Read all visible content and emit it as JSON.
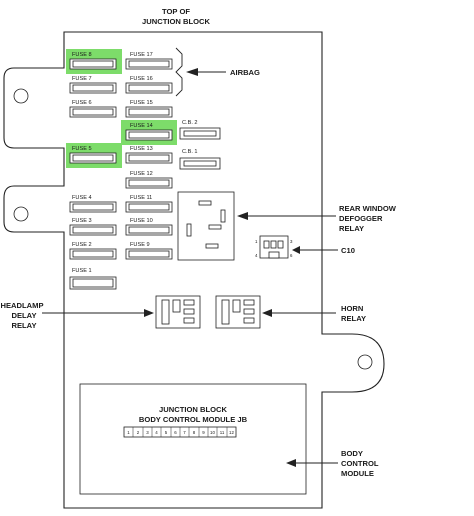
{
  "title": {
    "line1": "TOP OF",
    "line2": "JUNCTION BLOCK"
  },
  "highlight_color": "#7ddc6a",
  "fuses": [
    {
      "label": "FUSE 8",
      "highlighted": true
    },
    {
      "label": "FUSE 7",
      "highlighted": false
    },
    {
      "label": "FUSE 6",
      "highlighted": false
    },
    {
      "label": "FUSE 5",
      "highlighted": true
    },
    {
      "label": "FUSE 4",
      "highlighted": false
    },
    {
      "label": "FUSE 3",
      "highlighted": false
    },
    {
      "label": "FUSE 2",
      "highlighted": false
    },
    {
      "label": "FUSE 1",
      "highlighted": false
    },
    {
      "label": "FUSE 17",
      "highlighted": false
    },
    {
      "label": "FUSE 16",
      "highlighted": false
    },
    {
      "label": "FUSE 15",
      "highlighted": false
    },
    {
      "label": "FUSE 14",
      "highlighted": true
    },
    {
      "label": "FUSE 13",
      "highlighted": false
    },
    {
      "label": "FUSE 12",
      "highlighted": false
    },
    {
      "label": "FUSE 11",
      "highlighted": false
    },
    {
      "label": "FUSE 10",
      "highlighted": false
    },
    {
      "label": "FUSE 9",
      "highlighted": false
    }
  ],
  "breakers": [
    "C.B. 2",
    "C.B. 1"
  ],
  "callouts": {
    "airbag": "AIRBAG",
    "rear_window": [
      "REAR WINDOW",
      "DEFOGGER",
      "RELAY"
    ],
    "c10": "C10",
    "headlamp": [
      "HEADLAMP",
      "DELAY",
      "RELAY"
    ],
    "horn": [
      "HORN",
      "RELAY"
    ],
    "bcm": [
      "BODY",
      "CONTROL",
      "MODULE"
    ]
  },
  "c10_pins": [
    "1",
    "3",
    "4",
    "6"
  ],
  "bcm_box": {
    "line1": "JUNCTION BLOCK",
    "line2": "BODY CONTROL MODULE JB"
  },
  "bcm_pins": [
    "1",
    "2",
    "3",
    "4",
    "5",
    "6",
    "7",
    "8",
    "9",
    "10",
    "11",
    "12"
  ]
}
